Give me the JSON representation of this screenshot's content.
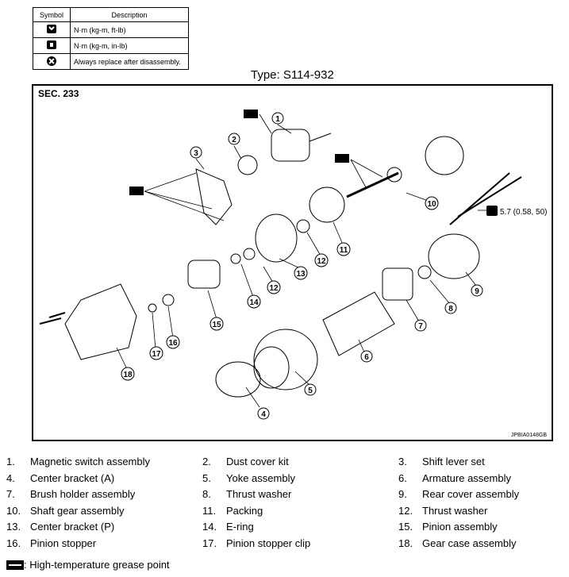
{
  "symbols_table": {
    "header_symbol": "Symbol",
    "header_description": "Description",
    "rows": [
      {
        "icon": "torque-wrench-icon",
        "description": "N·m (kg-m, ft-lb)"
      },
      {
        "icon": "torque-wrench-small-icon",
        "description": "N·m (kg-m, in-lb)"
      },
      {
        "icon": "always-replace-icon",
        "description": "Always replace after disassembly."
      }
    ]
  },
  "type_label": "Type: S114-932",
  "diagram": {
    "section": "SEC. 233",
    "image_code": "JPBIA0148GB",
    "torque_spec": "5.7 (0.58, 50)",
    "callouts": [
      "1",
      "2",
      "3",
      "4",
      "5",
      "6",
      "7",
      "8",
      "9",
      "10",
      "11",
      "12",
      "12",
      "13",
      "14",
      "15",
      "16",
      "17",
      "18"
    ]
  },
  "parts": [
    {
      "num": "1.",
      "name": "Magnetic switch assembly"
    },
    {
      "num": "2.",
      "name": "Dust cover kit"
    },
    {
      "num": "3.",
      "name": "Shift lever set"
    },
    {
      "num": "4.",
      "name": "Center bracket (A)"
    },
    {
      "num": "5.",
      "name": "Yoke assembly"
    },
    {
      "num": "6.",
      "name": "Armature assembly"
    },
    {
      "num": "7.",
      "name": "Brush holder assembly"
    },
    {
      "num": "8.",
      "name": "Thrust washer"
    },
    {
      "num": "9.",
      "name": "Rear cover assembly"
    },
    {
      "num": "10.",
      "name": "Shaft gear assembly"
    },
    {
      "num": "11.",
      "name": "Packing"
    },
    {
      "num": "12.",
      "name": "Thrust washer"
    },
    {
      "num": "13.",
      "name": "Center bracket (P)"
    },
    {
      "num": "14.",
      "name": "E-ring"
    },
    {
      "num": "15.",
      "name": "Pinion assembly"
    },
    {
      "num": "16.",
      "name": "Pinion stopper"
    },
    {
      "num": "17.",
      "name": "Pinion stopper clip"
    },
    {
      "num": "18.",
      "name": "Gear case assembly"
    }
  ],
  "grease_note": ": High-temperature grease point"
}
